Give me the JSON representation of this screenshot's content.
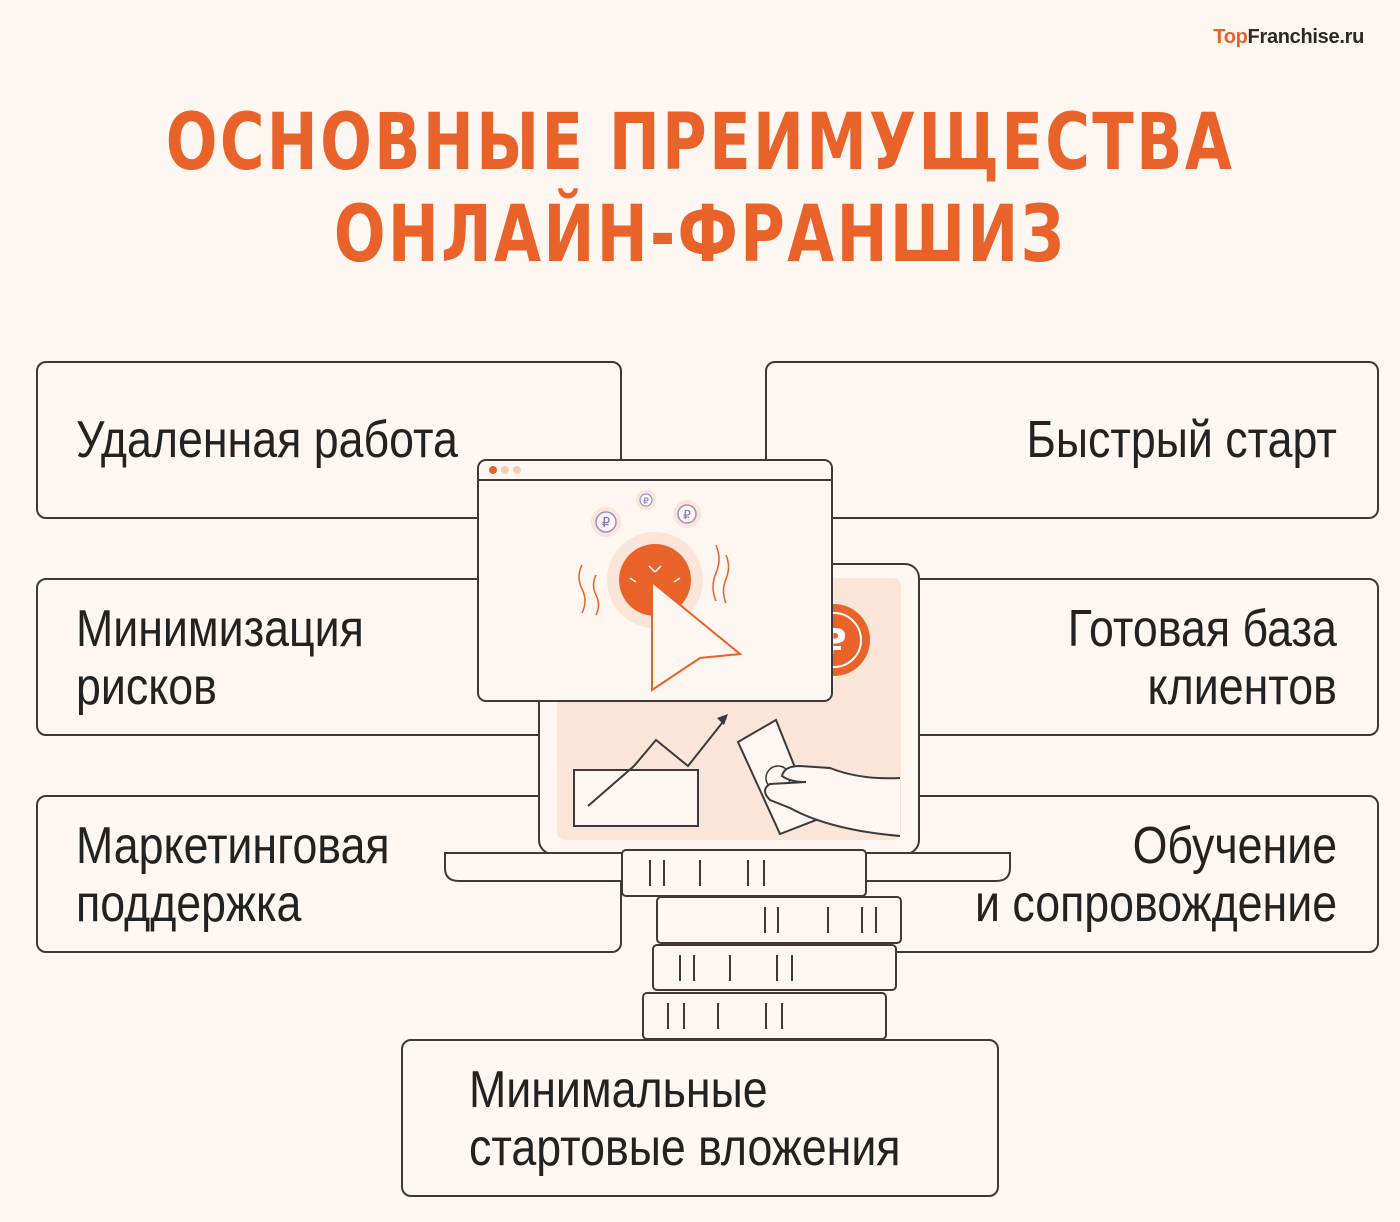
{
  "brand": {
    "part1": "Top",
    "part2": "Franchise.ru"
  },
  "title": {
    "line1": "ОСНОВНЫЕ ПРЕИМУЩЕСТВА",
    "line2": "ОНЛАЙН-ФРАНШИЗ"
  },
  "benefits": {
    "remote_work": [
      "Удаленная работа"
    ],
    "fast_start": [
      "Быстрый старт"
    ],
    "risk_minimization": [
      "Минимизация",
      "рисков"
    ],
    "client_base": [
      "Готовая база",
      "клиентов"
    ],
    "marketing_support": [
      "Маркетинговая",
      "поддержка"
    ],
    "training": [
      "Обучение",
      "и сопровождение"
    ],
    "min_investment": [
      "Минимальные",
      "стартовые вложения"
    ]
  },
  "colors": {
    "accent": "#e8622a",
    "background": "#fdf6f1",
    "outline": "#3a3a3a",
    "screen_fill": "#fbe4d8"
  },
  "icons": [
    "ruble-coin-icon",
    "cursor-arrow-icon",
    "growth-chart-icon",
    "hand-with-banknote-icon",
    "book-stack-icon"
  ]
}
